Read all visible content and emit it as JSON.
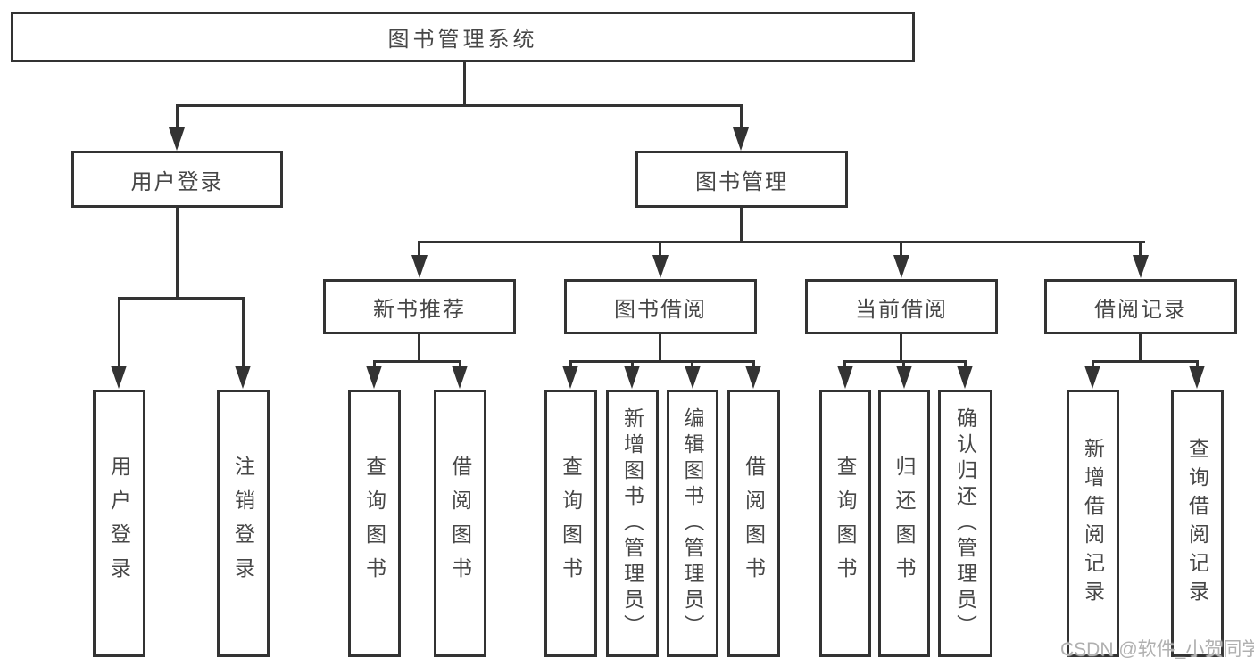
{
  "tree": {
    "root": "图书管理系统",
    "user_login": {
      "label": "用户登录",
      "children": [
        "用户登录",
        "注销登录"
      ]
    },
    "book_management": {
      "label": "图书管理"
    },
    "groups": [
      {
        "label": "新书推荐",
        "children": [
          "查询图书",
          "借阅图书"
        ]
      },
      {
        "label": "图书借阅",
        "children": [
          "查询图书",
          "新增图书（管理员）",
          "编辑图书（管理员）",
          "借阅图书"
        ]
      },
      {
        "label": "当前借阅",
        "children": [
          "查询图书",
          "归还图书",
          "确认归还（管理员）"
        ]
      },
      {
        "label": "借阅记录",
        "children": [
          "新增借阅记录",
          "查询借阅记录"
        ]
      }
    ]
  },
  "watermark": "CSDN @软件_小贺同学",
  "colors": {
    "line": "#333333",
    "text": "#474747",
    "background": "#ffffff",
    "watermark": "#b0b0b0"
  }
}
